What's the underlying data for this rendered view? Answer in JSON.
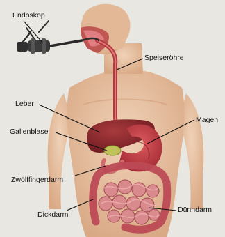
{
  "labels": {
    "endoskop": "Endoskop",
    "speiseroehre": "Speiseröhre",
    "leber": "Leber",
    "magen": "Magen",
    "gallenblase": "Gallenblase",
    "zwoelffingerdarm": "Zwölffingerdarm",
    "dickdarm": "Dickdarm",
    "duenndarm": "Dünndarm"
  },
  "colors": {
    "background": "#e9e7e2",
    "skin": "#e8c4a6",
    "liver": "#8f2a2e",
    "stomach": "#c23a43",
    "gallbladder": "#c2c25a",
    "intestine": "#d98a8c",
    "colon": "#bc4a55",
    "esophagus": "#b23a3f",
    "leader_line": "#111111"
  }
}
